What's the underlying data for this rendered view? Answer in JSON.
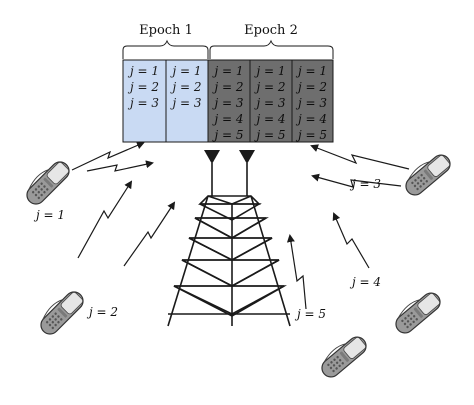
{
  "epochs": [
    {
      "label": "Epoch 1"
    },
    {
      "label": "Epoch 2"
    }
  ],
  "slots": [
    {
      "epoch": 1,
      "fill": "#c9daf3",
      "text_color": "#1a1a1a",
      "rows": [
        "j = 1",
        "j = 2",
        "j = 3"
      ]
    },
    {
      "epoch": 1,
      "fill": "#c9daf3",
      "text_color": "#1a1a1a",
      "rows": [
        "j = 1",
        "j = 2",
        "j = 3"
      ]
    },
    {
      "epoch": 2,
      "fill": "#6e6e6e",
      "text_color": "#0d0d0d",
      "rows": [
        "j = 1",
        "j = 2",
        "j = 3",
        "j = 4",
        "j = 5"
      ]
    },
    {
      "epoch": 2,
      "fill": "#6e6e6e",
      "text_color": "#0d0d0d",
      "rows": [
        "j = 1",
        "j = 2",
        "j = 3",
        "j = 4",
        "j = 5"
      ]
    },
    {
      "epoch": 2,
      "fill": "#6e6e6e",
      "text_color": "#0d0d0d",
      "rows": [
        "j = 1",
        "j = 2",
        "j = 3",
        "j = 4",
        "j = 5"
      ]
    }
  ],
  "users": [
    {
      "name": "user-1",
      "label": "j = 1"
    },
    {
      "name": "user-2",
      "label": "j = 2"
    },
    {
      "name": "user-3",
      "label": "j = 3"
    },
    {
      "name": "user-4",
      "label": "j = 4"
    },
    {
      "name": "user-5",
      "label": "j = 5"
    }
  ],
  "colors": {
    "epoch1_fill": "#c9daf3",
    "epoch2_fill": "#6e6e6e",
    "line": "#1a1a1a",
    "phone_body": "#9a9a9a",
    "phone_screen": "#e6e6e6"
  },
  "icons": {
    "phone": "mobile-phone-icon",
    "tower": "cell-tower-icon",
    "antenna": "antenna-icon",
    "signal": "lightning-signal-icon"
  }
}
